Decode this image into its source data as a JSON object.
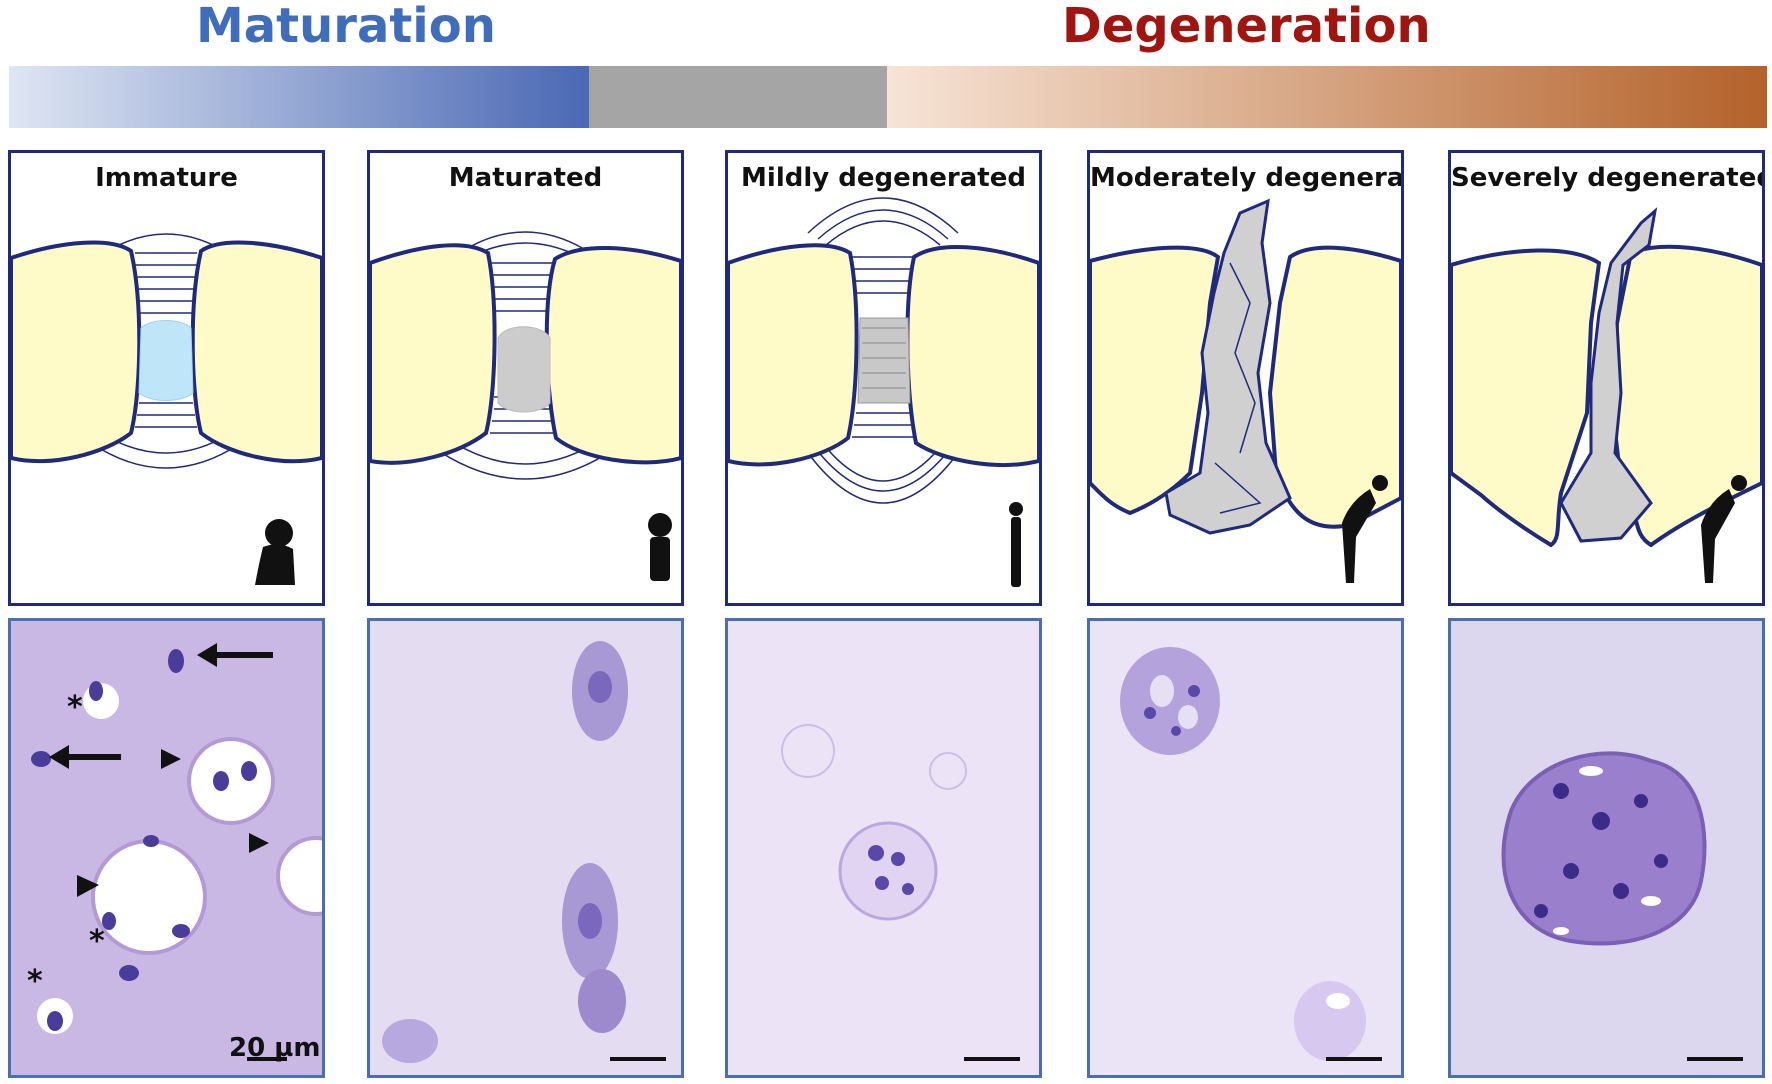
{
  "header": {
    "maturation_title": "Maturation",
    "degeneration_title": "Degeneration"
  },
  "stages": [
    {
      "label": "Immature"
    },
    {
      "label": "Maturated"
    },
    {
      "label": "Mildly degenerated"
    },
    {
      "label": "Moderately degenerated"
    },
    {
      "label": "Severely degenerated"
    }
  ],
  "micrographs": {
    "scale_bar_label": "20 µm",
    "annotation_asterisk": "*"
  },
  "colors": {
    "maturation": "#3f6dbb",
    "degeneration": "#a01510",
    "vertebral_body": "#fffbc8",
    "outline": "#1f2a7c",
    "nucleus_immature": "#bfe6f8",
    "nucleus_matured": "#cccccc",
    "stain_purple": "#c9b8e4"
  }
}
